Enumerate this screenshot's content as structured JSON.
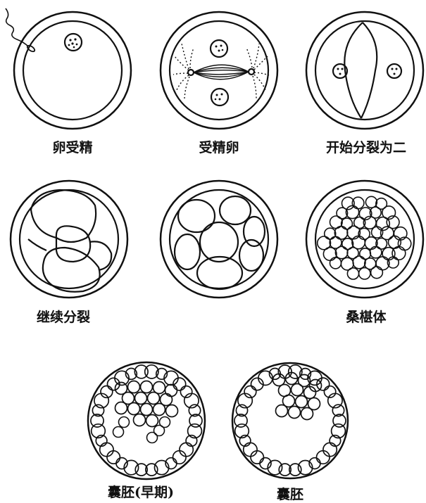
{
  "stages": [
    {
      "id": "fertilization",
      "label": "卵受精"
    },
    {
      "id": "fertilized-egg",
      "label": "受精卵"
    },
    {
      "id": "first-division",
      "label": "开始分裂为二"
    },
    {
      "id": "continued-division",
      "label": "继续分裂"
    },
    {
      "id": "eight-cell",
      "label": ""
    },
    {
      "id": "morula",
      "label": "桑椹体"
    },
    {
      "id": "early-blastocyst",
      "label": "囊胚(早期)"
    },
    {
      "id": "blastocyst",
      "label": "囊胚"
    }
  ]
}
